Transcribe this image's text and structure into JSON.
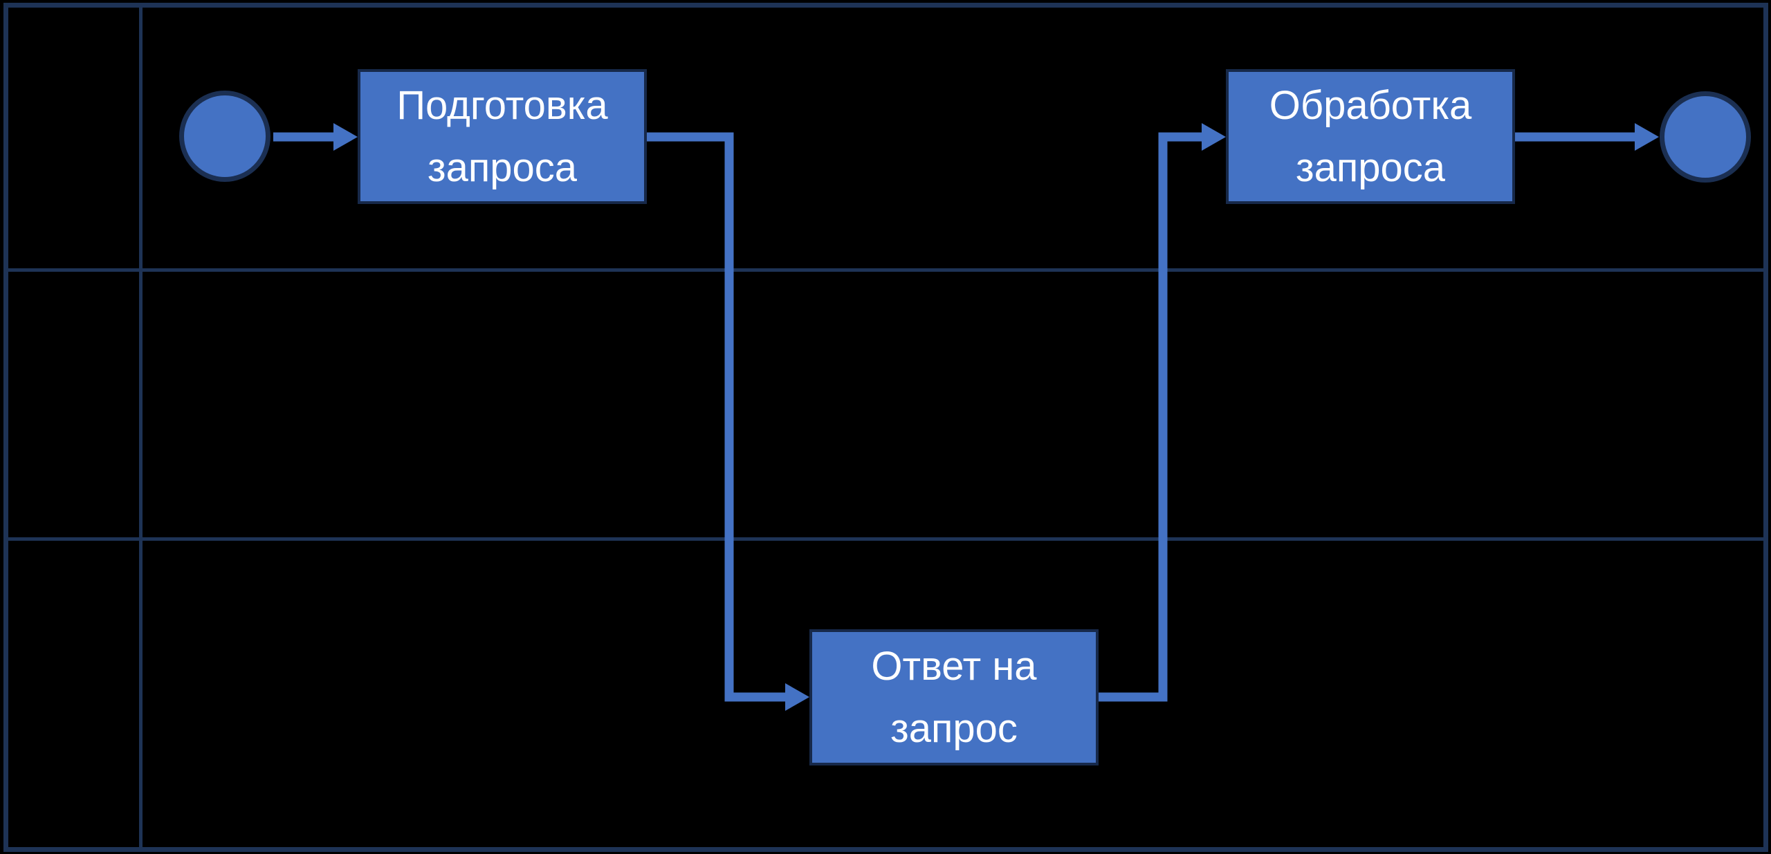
{
  "diagram": {
    "kind": "bpmn-swimlane-flowchart",
    "colors": {
      "background": "#000000",
      "node_fill": "#4472c4",
      "node_border": "#17294a",
      "event_border": "#1b2f52",
      "grid_line": "#1e3356",
      "connector": "#4472c4",
      "node_text": "#ffffff"
    },
    "swimlane_table": {
      "lane_count": 3,
      "has_header_column": true,
      "lane_labels": [
        "",
        "",
        ""
      ]
    },
    "nodes": {
      "start_event": {
        "type": "start-circle",
        "label": ""
      },
      "task_prepare": {
        "type": "task",
        "label": "Подготовка запроса",
        "lines": [
          "Подготовка",
          "запроса"
        ]
      },
      "task_respond": {
        "type": "task",
        "label": "Ответ на запрос",
        "lines": [
          "Ответ на",
          "запрос"
        ]
      },
      "task_process": {
        "type": "task",
        "label": "Обработка запроса",
        "lines": [
          "Обработка",
          "запроса"
        ]
      },
      "end_event": {
        "type": "end-circle",
        "label": ""
      }
    },
    "edges": [
      {
        "from": "start_event",
        "to": "task_prepare"
      },
      {
        "from": "task_prepare",
        "to": "task_respond"
      },
      {
        "from": "task_respond",
        "to": "task_process"
      },
      {
        "from": "task_process",
        "to": "end_event"
      }
    ]
  }
}
